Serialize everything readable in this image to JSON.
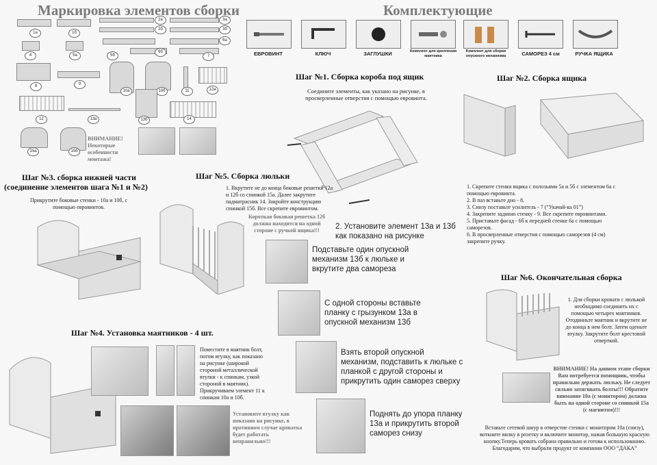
{
  "titles": {
    "marking": "Маркировка элементов сборки",
    "components": "Комплектующие"
  },
  "components": [
    {
      "label": "ЕВРОВИНТ",
      "icon": "eurovint-icon"
    },
    {
      "label": "КЛЮЧ",
      "icon": "key-icon"
    },
    {
      "label": "ЗАГЛУШКИ",
      "icon": "cap-icon"
    },
    {
      "label": "Комплект для крепления маятника",
      "icon": "pendulum-kit-icon"
    },
    {
      "label": "Комплект для сборки опускного механизма",
      "icon": "drop-mechanism-kit-icon"
    },
    {
      "label": "САМОРЕЗ 4 см",
      "icon": "screw-icon"
    },
    {
      "label": "РУЧКА ЯЩИКА",
      "icon": "drawer-handle-icon"
    }
  ],
  "part_labels": {
    "p1a": "1а",
    "p1b": "1б",
    "p2a": "2а",
    "p2b": "2б",
    "p3a": "3а",
    "p3b": "3б",
    "p4": "4",
    "p5a": "5а",
    "p5b": "5б",
    "p6a": "6а",
    "p6b": "6б",
    "p7": "7",
    "p8": "8",
    "p9": "9",
    "p10a": "10а",
    "p10b": "10б",
    "p11": "11",
    "p12": "12",
    "p12a": "12а",
    "p13a": "13а",
    "p13b": "13б",
    "p14": "14",
    "p15a": "15а",
    "p15b": "15б"
  },
  "marking_warning": "ВНИМАНИЕ! Некоторые особенности монтажа!",
  "step1": {
    "title": "Шаг №1. Сборка короба под ящик",
    "text": "Соедините элементы, как указано на рисунке, в просверленные отверстия с помощью евровинта."
  },
  "step2": {
    "title": "Шаг №2. Сборка ящика",
    "lines": [
      "1. Скрепите стенки ящика с полозьями 5а и 5б с элементом 6а с помощью евровинта.",
      "2. В паз вставьте дно - 8.",
      "3. Снизу поставьте усилитель - 7 (“Укачай-ка 01”)",
      "4. Закрепите заднюю стенку - 9. Все скрепите евровинтами.",
      "5. Приставьте фасад - 6б к передней стенке 6а с помощью саморезов.",
      "6. В просверленные отверстия с помощью саморезов (4 см) закрепите ручку."
    ]
  },
  "step3": {
    "title_line1": "Шаг №3. сборка нижней части",
    "title_line2": "(соединение элементов шага №1 и №2)",
    "text": "Прикрутите боковые стенки - 10а и 10б, с помощью евровинтов."
  },
  "step4": {
    "title": "Шаг №4. Установка маятников - 4 шт.",
    "text": "Поместите в маятник болт, потом втулку, как показано на рисунке (широкой стороной металлической втулки - к спинкам, узкой стороной в маятник). Прикручиваем элемент 11 к спинкам 10а и 10б.",
    "warning": "Установите втулку как показано на рисунке, в противном случае кроватка будет работать неправильно!!!"
  },
  "step5": {
    "title": "Шаг №5. Сборка люльки",
    "text": "1. Вкрутите не до конца боковые решетки 12а и 12б со спинкой 15а. Далее закрутите падматрасник 14. Закройте конструкцию спинкой 15б. Все скрепите евровинтом.",
    "warning": "Короткая боковая решетка 12б должна находится на одной стороне с ручкой ящика!!!",
    "item2": "2. Установите элемент 13а и 13б как показано на рисунке",
    "sub1": "Подставьте один опускной механизм 13б к люльке и вкрутите два самореза",
    "sub2": "С одной стороны вставьте планку с грызунком 13а в опускной механизм 13б",
    "sub3": "Взять второй опускной механизм, подставить к люльке с планкой с другой стороны и прикрутить один саморез сверху",
    "sub4": "Поднять до упора планку 13а и прикрутить второй саморез снизу"
  },
  "step6": {
    "title": "Шаг №6. Окончательная сборка",
    "text": "1. Для сборки кровати с люлькой необходимо соединить их с помощью четырех маятников. Отодвиньте маятник и вкрутите не до конца в нем болт. Затем оденьте втулку. Закрутите болт крестовой отверткой.",
    "warning": "ВНИМАНИЕ! На данном этапе сборки Вам потребуется помощник, чтобы правильно держать люльку. Не следует сильно затягивать болты!!! Обратите внимание 10а (с монитором) должна быть на одной стороне со спинкой 15а (с магнитом)!!!",
    "final": "Вставьте сетевой шнур в отверстие стенки с монитором 10а (снизу), воткните вилку в розетку и включите монитор, нажав большую красную кнопку.Теперь кровать собрана правильно и готова к использованию. Благодарим, что выбрали продукт от компании ООО “ДАКА”"
  }
}
